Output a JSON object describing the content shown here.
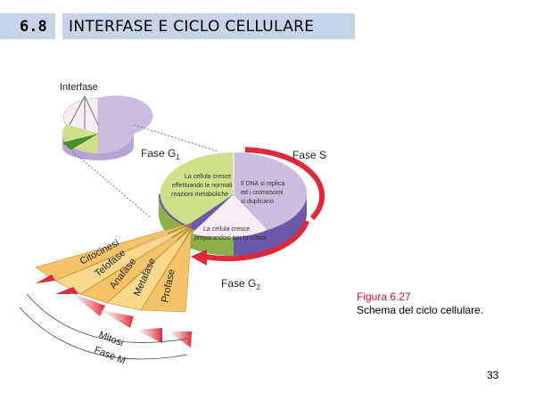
{
  "header": {
    "section_number": "6.8",
    "title": "INTERFASE E CICLO CELLULARE",
    "bar_color": "#c7d3e9"
  },
  "diagram": {
    "interphase_label": "Interfase",
    "g1_label": "Fase G",
    "g1_sub": "1",
    "s_label": "Fase S",
    "g2_label": "Fase G",
    "g2_sub": "2",
    "g1_text": [
      "La cellula cresce",
      "effettuando le normali",
      "reazioni metaboliche"
    ],
    "s_text": [
      "Il DNA si replica",
      "ed i cromosomi",
      "si duplicano"
    ],
    "g2_text": [
      "La cellula cresce",
      "preparandosi per la mitosi"
    ],
    "mitosis_phases": [
      "Citocinesi",
      "Telofase",
      "Anafase",
      "Metafase",
      "Profase"
    ],
    "mitosis_label": "Mitosi",
    "m_phase_label": "Fase M",
    "colors": {
      "g1": "#cfe08a",
      "s": "#cbbde0",
      "g2": "#f7eef5",
      "mitosis": "#f8d98c",
      "arrow": "#e0283c",
      "edge_g1": "#7ca640",
      "edge_s": "#6a58a8"
    }
  },
  "caption": {
    "label": "Figura 6.27",
    "text": "Schema del ciclo cellulare."
  },
  "page_number": "33"
}
